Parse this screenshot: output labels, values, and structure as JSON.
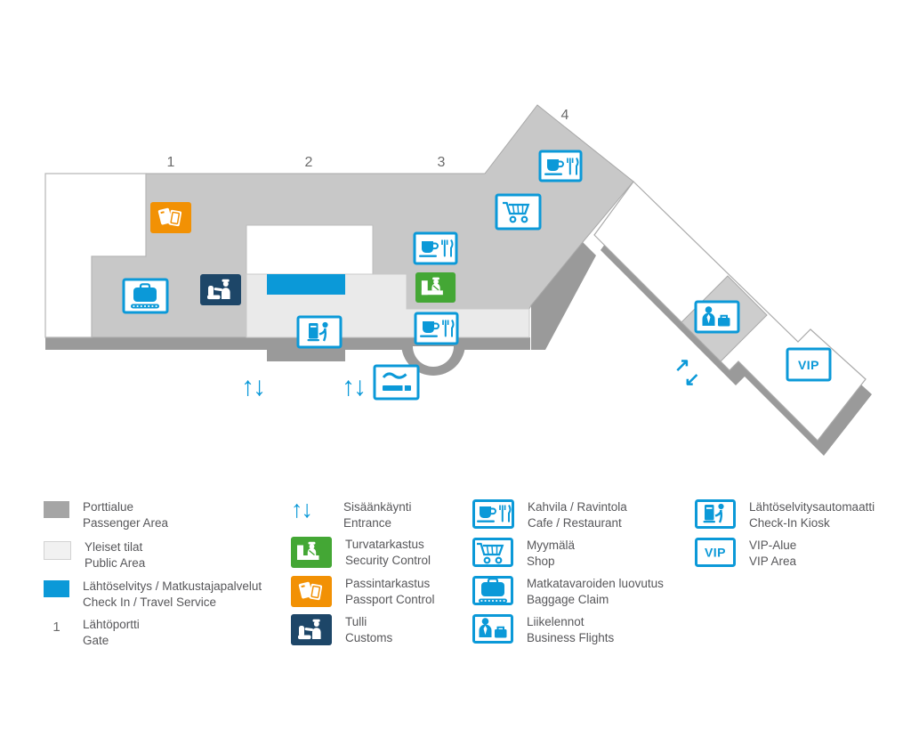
{
  "map": {
    "gates": [
      "1",
      "2",
      "3",
      "4"
    ],
    "vip_label": "VIP",
    "entrance_arrows": "↑↓",
    "transfer_arrows": {
      "ne": "↗",
      "sw": "↙"
    }
  },
  "legend": {
    "columns": [
      {
        "items": [
          {
            "swatch": "passenger-area",
            "fi": "Porttialue",
            "en": "Passenger Area"
          },
          {
            "swatch": "public-area",
            "fi": "Yleiset tilat",
            "en": "Public Area"
          },
          {
            "swatch": "check-in",
            "fi": "Lähtöselvitys / Matkustajapalvelut",
            "en": "Check In / Travel Service"
          },
          {
            "symbol": "1",
            "fi": "Lähtöportti",
            "en": "Gate"
          }
        ]
      },
      {
        "items": [
          {
            "icon": "entrance-arrows",
            "glyph": "↑↓",
            "fi": "Sisäänkäynti",
            "en": "Entrance"
          },
          {
            "icon": "security-control",
            "fi": "Turvatarkastus",
            "en": "Security Control"
          },
          {
            "icon": "passport-control",
            "fi": "Passintarkastus",
            "en": "Passport Control"
          },
          {
            "icon": "customs",
            "fi": "Tulli",
            "en": "Customs"
          }
        ]
      },
      {
        "items": [
          {
            "icon": "cafe-restaurant",
            "fi": "Kahvila / Ravintola",
            "en": "Cafe / Restaurant"
          },
          {
            "icon": "shop",
            "fi": "Myymälä",
            "en": "Shop"
          },
          {
            "icon": "baggage-claim",
            "fi": "Matkatavaroiden luovutus",
            "en": "Baggage Claim"
          },
          {
            "icon": "business-flights",
            "fi": "Liikelennot",
            "en": "Business Flights"
          }
        ]
      },
      {
        "items": [
          {
            "icon": "check-in-kiosk",
            "fi": "Lähtöselvitysautomaatti",
            "en": "Check-In Kiosk"
          },
          {
            "icon": "vip-area",
            "fi": "VIP-Alue",
            "en": "VIP Area"
          }
        ]
      }
    ]
  },
  "colors": {
    "brand_blue": "#0b99d8",
    "security_green": "#44a735",
    "passport_orange": "#f29104",
    "customs_navy": "#1d4668",
    "passenger_gray": "#c8c8c8",
    "public_light": "#eaeaea",
    "wall_dark": "#9a9a9a",
    "text_gray": "#57575a"
  }
}
